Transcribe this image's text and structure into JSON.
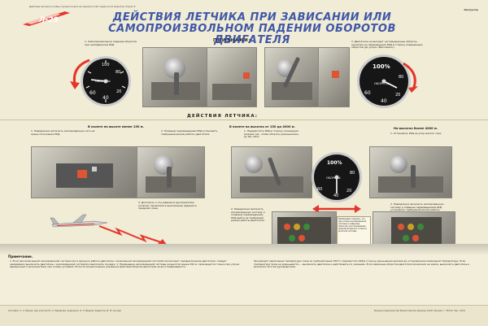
{
  "header": {
    "top_caption": "Действия летчика в особых случаях полета на самолете Л-29. Серия из 24 плакатов. Плакат 9",
    "corner_label": "Инструктор",
    "logo_text": "Л-29",
    "title": "Действия летчика при зависании или самопроизвольном падении оборотов двигателя"
  },
  "signs": {
    "heading": "Признаки:",
    "left_caption": "1. Самопроизвольное падение оборотов при неподвижном РУД.",
    "right_caption": "2. Двигатель не выходит на повышенные обороты, несмотря на перемещение РУД в сторону повышенных оборотов (до упора «Максимал»)."
  },
  "actions": {
    "heading": "Действия летчика:",
    "col1": {
      "title": "В полете на высоте менее 150 м.",
      "step1": "1. Немедленно включить изолированную сеть на кране положения РУД.",
      "step2": "2. Плавным перемещением РУД установить требуемый режим работы двигателя.",
      "step3": "3. Доложить о случившемся руководителю полетов, продолжить выполнение задания в пределах зоны."
    },
    "col2": {
      "title": "В полете на высотах от 150 до 4000 м.",
      "step1": "1. Переместить РУД в сторону понижения режима так, чтобы обороты уменьшились до 60—65%.",
      "step2": "2. Немедленно включить изолированную систему и плавным перемещением РУД выйти на требуемый режим работы двигателя."
    },
    "col3": {
      "title": "На высотах более 4000 м.",
      "step1": "1. Установить РУД на упор малого газа.",
      "step2": "2. Немедленно включить изолированную систему и плавным перемещением РУД установить требуемый режим работы двигателя.",
      "photo_note": "Необходимо помнить, что при отказе изолированной системы и невыходе оборотов, восстановление режима возможно только в штатной системе."
    }
  },
  "gauges": {
    "label": "ОБОРОТЫ",
    "pct": "100%",
    "ticks": [
      "20",
      "40",
      "60",
      "80",
      "100"
    ]
  },
  "notes": {
    "heading": "Примечание.",
    "left": "1. Если при включенной изолированной системе или в процессе работы двигатель с включенной изолированной системой происходит самовыключение двигателя, следует немедленно выключить двигатель с изолированной системой и выполнить посадку. 2. Применение изолированной системы на высотах менее 150 м. производится только при угрозе авиационного происшествия, при особых условиях. Если после выполнения указанных действий обороты двигателя не восстанавливаются.",
    "right": "Производит увеличение температуры газов за турбиной выше 700°С, переместить РУД в сторону уменьшения режима до установления нормальной температуры. Если температура газов не уменьшается — выключить двигатель и действовать по указанию. Если зависание оборотов двигателя произошло на земле, выключить двигатель и доложить об этом руководителю."
  },
  "footer": {
    "left": "Составил: А. С. Ершов, при участии Ю. А. Федорова. Художник: Б. Л. Иванов. Редактор: В. М. Сысоев.",
    "right": "Военное издательство Министерства обороны СССР. Москва. Г. 56712. Зак. 1318."
  }
}
